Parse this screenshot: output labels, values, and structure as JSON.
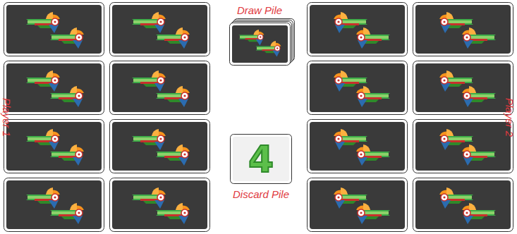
{
  "diagram": {
    "labels": [
      "Player 1",
      "Draw Pile",
      "4",
      "Discard Pile",
      "Player 2"
    ]
  }
}
